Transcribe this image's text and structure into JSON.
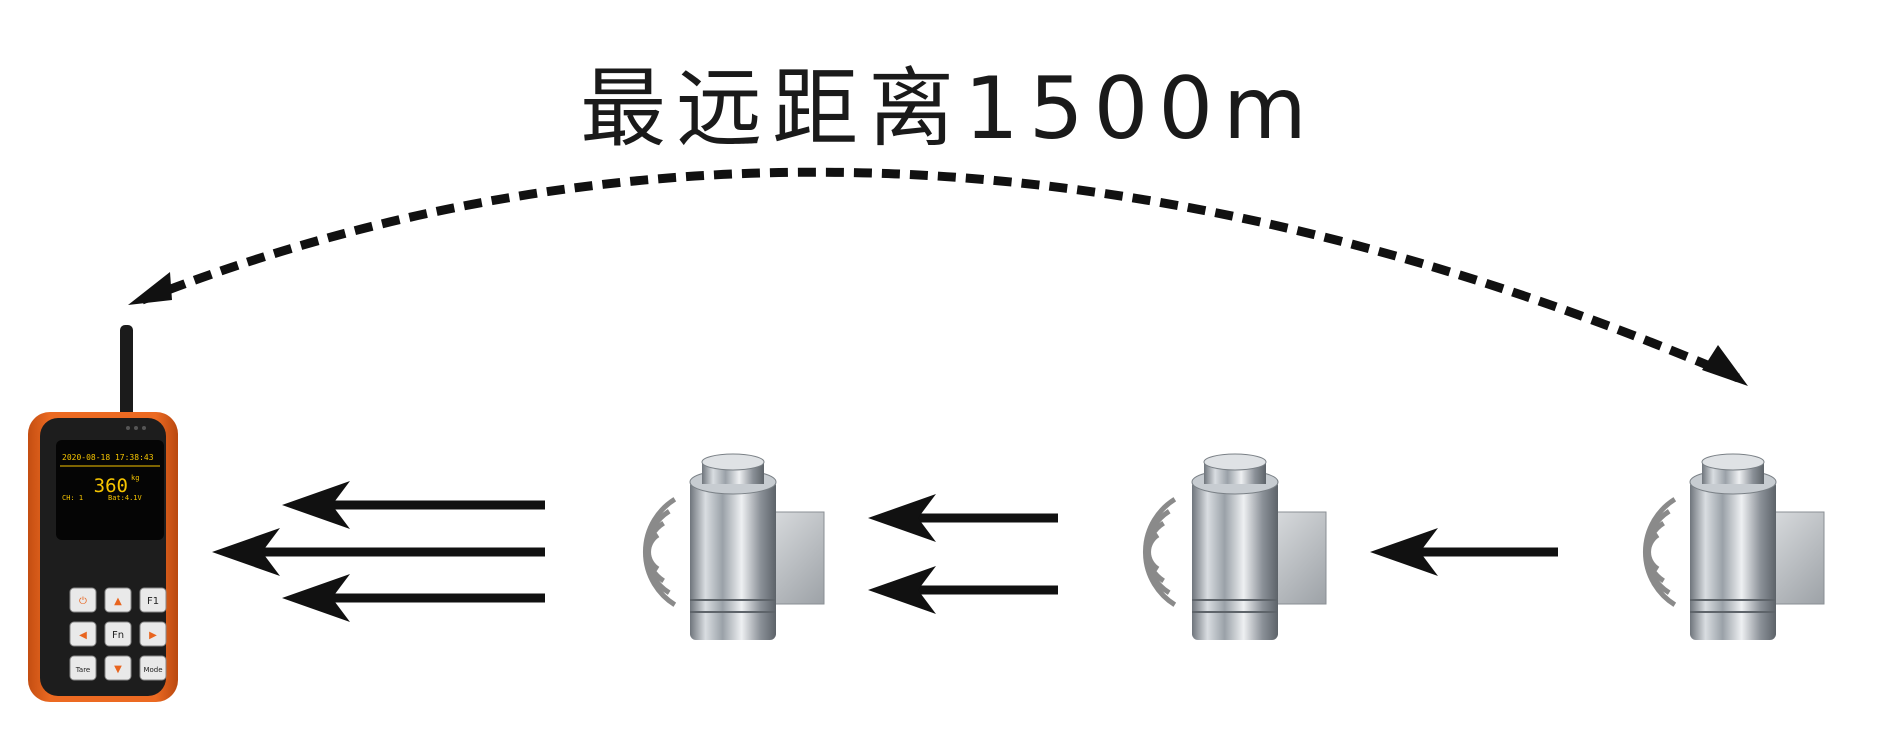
{
  "title": "最远距离1500m",
  "colors": {
    "arrow": "#111111",
    "dash_arc": "#111111",
    "signal_waves": "#8a8a8a",
    "device_orange": "#e8641e",
    "device_body": "#1d1d1d",
    "lcd_text": "#f5c400",
    "sensor_metal": "#b7bcc2"
  },
  "handheld": {
    "screen": {
      "datetime": "2020-08-18 17:38:43",
      "reading": "360",
      "unit": "kg",
      "channel": "CH: 1",
      "battery": "Bat:4.1V"
    },
    "keys": [
      "⏻",
      "▲",
      "F1",
      "◀",
      "Fn",
      "▶",
      "Tare",
      "▼",
      "Mode"
    ]
  },
  "icons": [
    "handheld-indicator-icon",
    "load-cell-sensor-icon",
    "wireless-signal-icon",
    "arrow-left-icon",
    "double-headed-dashed-arc-icon"
  ]
}
